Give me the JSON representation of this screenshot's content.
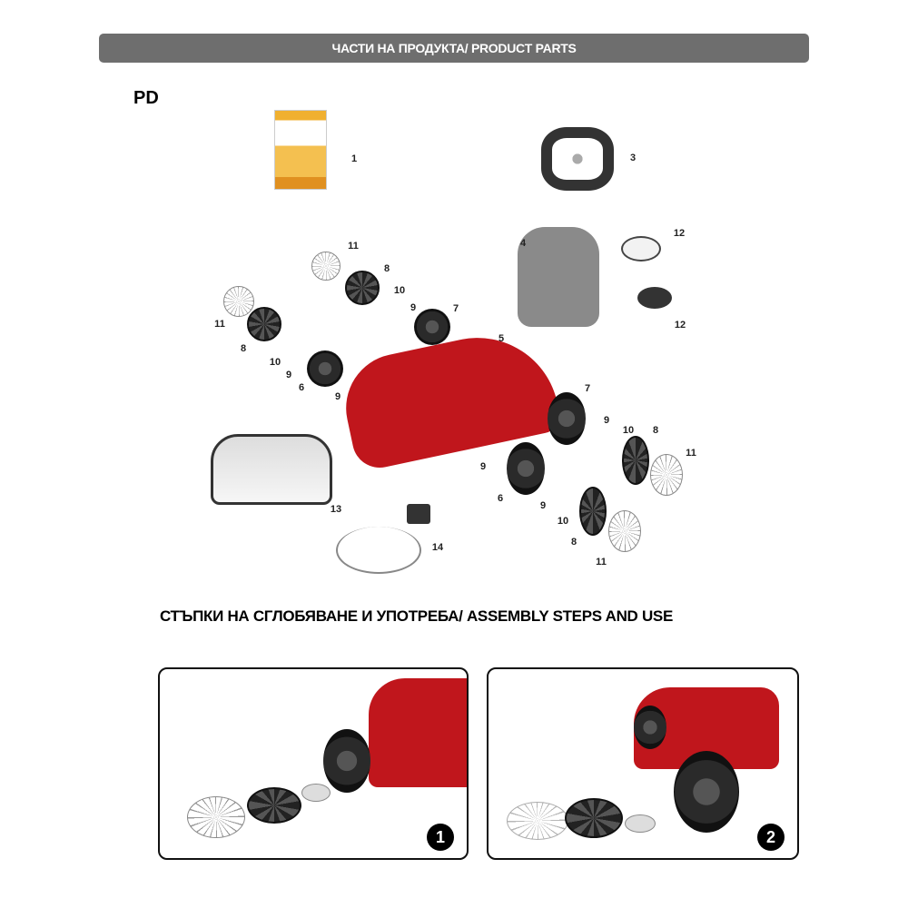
{
  "header": {
    "banner": "ЧАСТИ НА ПРОДУКТА/ PRODUCT PARTS",
    "model": "PD"
  },
  "parts_labels": [
    "1",
    "3",
    "4",
    "12",
    "12",
    "11",
    "8",
    "10",
    "9",
    "7",
    "11",
    "8",
    "10",
    "9",
    "6",
    "9",
    "5",
    "7",
    "9",
    "10",
    "8",
    "11",
    "9",
    "6",
    "9",
    "10",
    "8",
    "11",
    "13",
    "14"
  ],
  "assembly": {
    "title": "СТЪПКИ НА СГЛОБЯВАНЕ И УПОТРЕБА/ ASSEMBLY STEPS AND USE",
    "steps": [
      "1",
      "2"
    ]
  },
  "colors": {
    "banner": "#6e6e6e",
    "car": "#c0161c"
  }
}
